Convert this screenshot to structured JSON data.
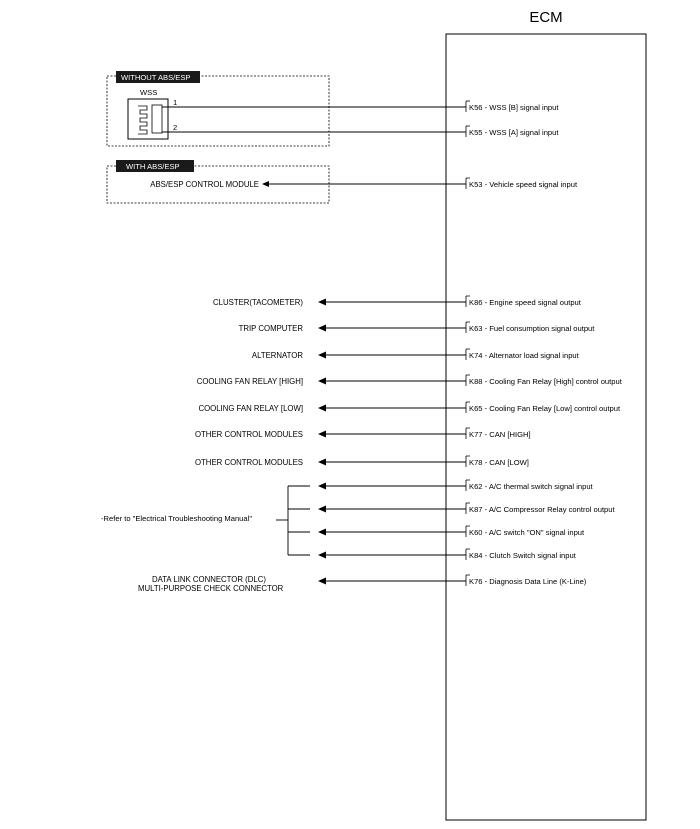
{
  "ecm": {
    "title": "ECM"
  },
  "without_abs": {
    "header": "WITHOUT ABS/ESP",
    "sensor_label": "WSS",
    "pins": [
      {
        "label": "1",
        "pin": "K56 - WSS [B] signal input"
      },
      {
        "label": "2",
        "pin": "K55 - WSS [A] signal input"
      }
    ]
  },
  "with_abs": {
    "header": "WITH ABS/ESP",
    "module_label": "ABS/ESP CONTROL MODULE",
    "pin": "K53 - Vehicle speed signal input"
  },
  "signals": [
    {
      "dest": "CLUSTER(TACOMETER)",
      "pin": "K86 - Engine speed signal output"
    },
    {
      "dest": "TRIP COMPUTER",
      "pin": "K63 - Fuel consumption signal output"
    },
    {
      "dest": "ALTERNATOR",
      "pin": "K74 - Alternator load signal input"
    },
    {
      "dest": "COOLING FAN RELAY [HIGH]",
      "pin": "K88 - Cooling Fan Relay [High] control output"
    },
    {
      "dest": "COOLING FAN RELAY [LOW]",
      "pin": "K65 - Cooling Fan Relay [Low] control output"
    },
    {
      "dest": "OTHER CONTROL MODULES",
      "pin": "K77 - CAN [HIGH]"
    },
    {
      "dest": "OTHER CONTROL MODULES",
      "pin": "K78 - CAN [LOW]"
    }
  ],
  "ac_group": {
    "note": "-Refer to \"Electrical Troubleshooting Manual\"",
    "pins": [
      "K62 - A/C thermal switch signal input",
      "K87 - A/C Compressor Relay control output",
      "K60 - A/C switch \"ON\" signal input",
      "K84 - Clutch Switch signal input"
    ]
  },
  "dlc": {
    "dest_line1": "DATA LINK CONNECTOR (DLC)",
    "dest_line2": "MULTI-PURPOSE CHECK CONNECTOR",
    "pin": "K76 - Diagnosis Data Line (K-Line)"
  }
}
